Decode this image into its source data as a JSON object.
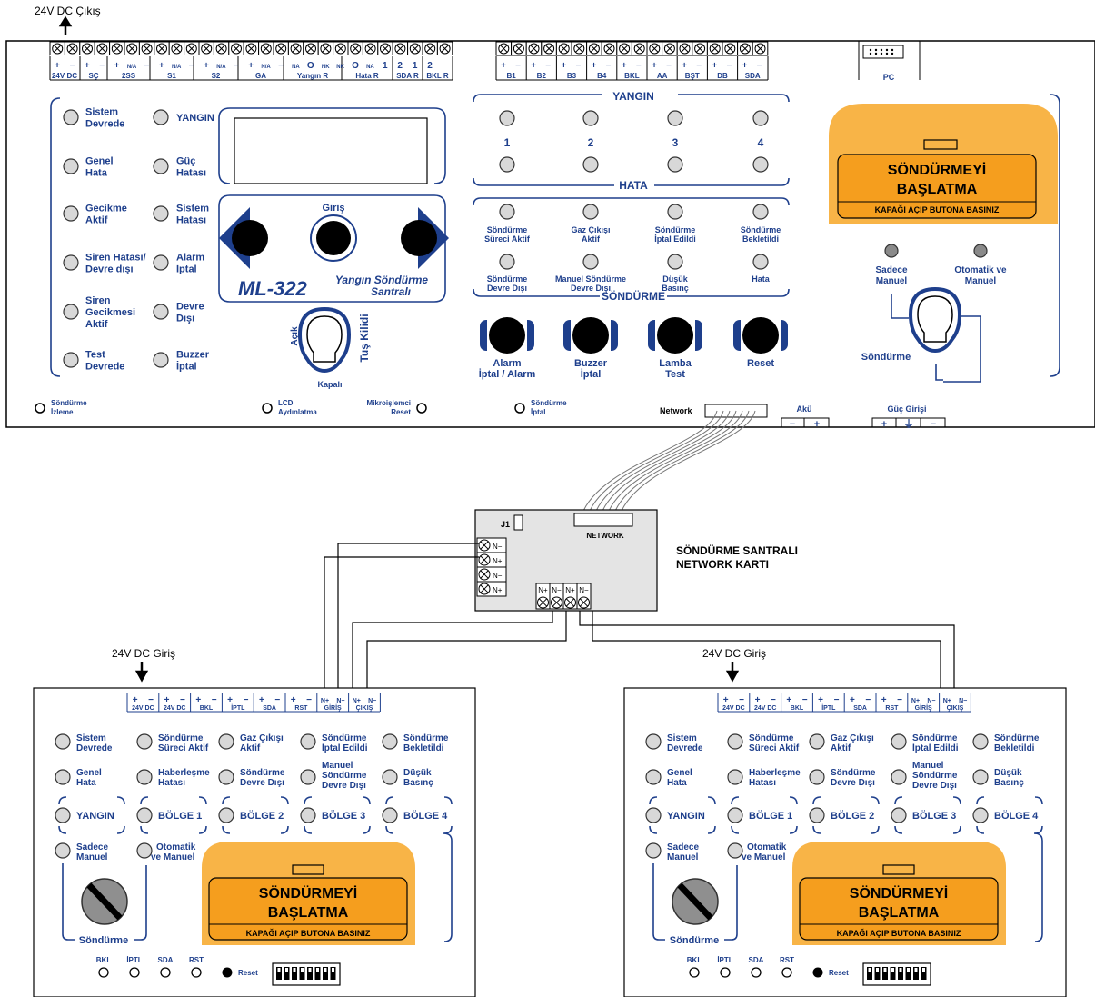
{
  "top_note": "24V DC Çıkış",
  "main": {
    "terminals": [
      "24V DC",
      "SÇ",
      "2SS",
      "S1",
      "S2",
      "GA",
      "Yangın R",
      "Hata R",
      "SDA R",
      "BKL R"
    ],
    "terminals_right": [
      "B1",
      "B2",
      "B3",
      "B4",
      "BKL",
      "AA",
      "BŞT",
      "DB",
      "SDA"
    ],
    "pc": "PC",
    "left_leds_a": [
      [
        "Sistem",
        "Devrede"
      ],
      [
        "Genel",
        "Hata"
      ],
      [
        "Gecikme",
        "Aktif"
      ],
      [
        "Siren Hatası/",
        "Devre dışı"
      ],
      [
        "Siren",
        "Gecikmesi",
        "Aktif"
      ],
      [
        "Test",
        "Devrede"
      ]
    ],
    "left_leds_b": [
      [
        "YANGIN"
      ],
      [
        "Güç",
        "Hatası"
      ],
      [
        "Sistem",
        "Hatası"
      ],
      [
        "Alarm",
        "İptal"
      ],
      [
        "Devre",
        "Dışı"
      ],
      [
        "Buzzer",
        "İptal"
      ]
    ],
    "giris": "Giriş",
    "model": "ML-322",
    "model_sub1": "Yangın Söndürme",
    "model_sub2": "Santralı",
    "key_open": "Açık",
    "key_lock": "Tuş Kilidi",
    "key_closed": "Kapalı",
    "yangin": "YANGIN",
    "hata": "HATA",
    "zones": [
      "1",
      "2",
      "3",
      "4"
    ],
    "sond_leds_1": [
      [
        "Söndürme",
        "Süreci Aktif"
      ],
      [
        "Gaz Çıkışı",
        "Aktif"
      ],
      [
        "Söndürme",
        "İptal Edildi"
      ],
      [
        "Söndürme",
        "Bekletildi"
      ]
    ],
    "sond_leds_2": [
      [
        "Söndürme",
        "Devre Dışı"
      ],
      [
        "Manuel Söndürme",
        "Devre Dışı"
      ],
      [
        "Düşük",
        "Basınç"
      ],
      [
        "Hata"
      ]
    ],
    "sondurme_title": "SÖNDÜRME",
    "buttons": [
      [
        "Alarm",
        "İptal / Alarm"
      ],
      [
        "Buzzer",
        "İptal"
      ],
      [
        "Lamba",
        "Test"
      ],
      [
        "Reset"
      ]
    ],
    "cover_title1": "SÖNDÜRMEYİ",
    "cover_title2": "BAŞLATMA",
    "cover_sub": "KAPAĞI AÇIP BUTONA BASINIZ",
    "mode_manual": [
      "Sadece",
      "Manuel"
    ],
    "mode_auto": [
      "Otomatik ve",
      "Manuel"
    ],
    "sondurme_key": "Söndürme",
    "bottom": {
      "izleme": [
        "Söndürme",
        "İzleme"
      ],
      "lcd": [
        "LCD",
        "Aydınlatma"
      ],
      "mcu": [
        "Mikroişlemci",
        "Reset"
      ],
      "iptal": [
        "Söndürme",
        "İptal"
      ],
      "network": "Network",
      "aku": "Akü",
      "guc": "Güç Girişi"
    }
  },
  "card": {
    "j1": "J1",
    "network": "NETWORK",
    "title1": "SÖNDÜRME SANTRALI",
    "title2": "NETWORK KARTI",
    "pins_left": [
      "N−",
      "N+",
      "N−",
      "N+"
    ],
    "pins_bottom": [
      "N+",
      "N−",
      "N+",
      "N−"
    ]
  },
  "sub": {
    "input_note": "24V DC Giriş",
    "terminals": [
      "24V DC",
      "24V DC",
      "BKL",
      "İPTL",
      "SDA",
      "RST",
      "GİRİŞ",
      "ÇIKIŞ"
    ],
    "row1": [
      [
        "Sistem",
        "Devrede"
      ],
      [
        "Söndürme",
        "Süreci Aktif"
      ],
      [
        "Gaz Çıkışı",
        "Aktif"
      ],
      [
        "Söndürme",
        "İptal Edildi"
      ],
      [
        "Söndürme",
        "Bekletildi"
      ]
    ],
    "row2": [
      [
        "Genel",
        "Hata"
      ],
      [
        "Haberleşme",
        "Hatası"
      ],
      [
        "Söndürme",
        "Devre Dışı"
      ],
      [
        "Manuel",
        "Söndürme",
        "Devre Dışı"
      ],
      [
        "Düşük",
        "Basınç"
      ]
    ],
    "row3": [
      "YANGIN",
      "BÖLGE 1",
      "BÖLGE 2",
      "BÖLGE 3",
      "BÖLGE 4"
    ],
    "manual": [
      "Sadece",
      "Manuel"
    ],
    "auto": [
      "Otomatik",
      "ve Manuel"
    ],
    "sondurme": "Söndürme",
    "bottom_leds": [
      "BKL",
      "İPTL",
      "SDA",
      "RST"
    ],
    "reset": "Reset"
  }
}
